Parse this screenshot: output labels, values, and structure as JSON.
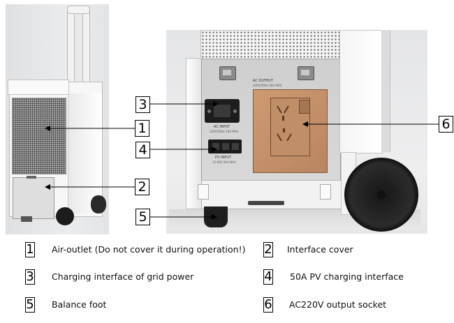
{
  "panel_labels": {
    "ac_output": "AC OUTPUT",
    "ac_output_sub": "220V/50Hz 16A MAX",
    "ac_input": "AC INPUT",
    "ac_input_sub": "220V/50Hz 10A MAX",
    "pv_input": "PV INPUT",
    "pv_input_sub": "12-60V 50A MAX"
  },
  "callouts": [
    {
      "number": "1"
    },
    {
      "number": "2"
    },
    {
      "number": "3"
    },
    {
      "number": "4"
    },
    {
      "number": "5"
    },
    {
      "number": "6"
    }
  ],
  "legend": [
    {
      "number": "1",
      "text": "Air-outlet (Do not cover it during operation!)"
    },
    {
      "number": "2",
      "text": "Interface cover"
    },
    {
      "number": "3",
      "text": "Charging interface of grid power"
    },
    {
      "number": "4",
      "text": "50A PV charging interface"
    },
    {
      "number": "5",
      "text": "Balance  foot"
    },
    {
      "number": "6",
      "text": "AC220V output socket"
    }
  ]
}
